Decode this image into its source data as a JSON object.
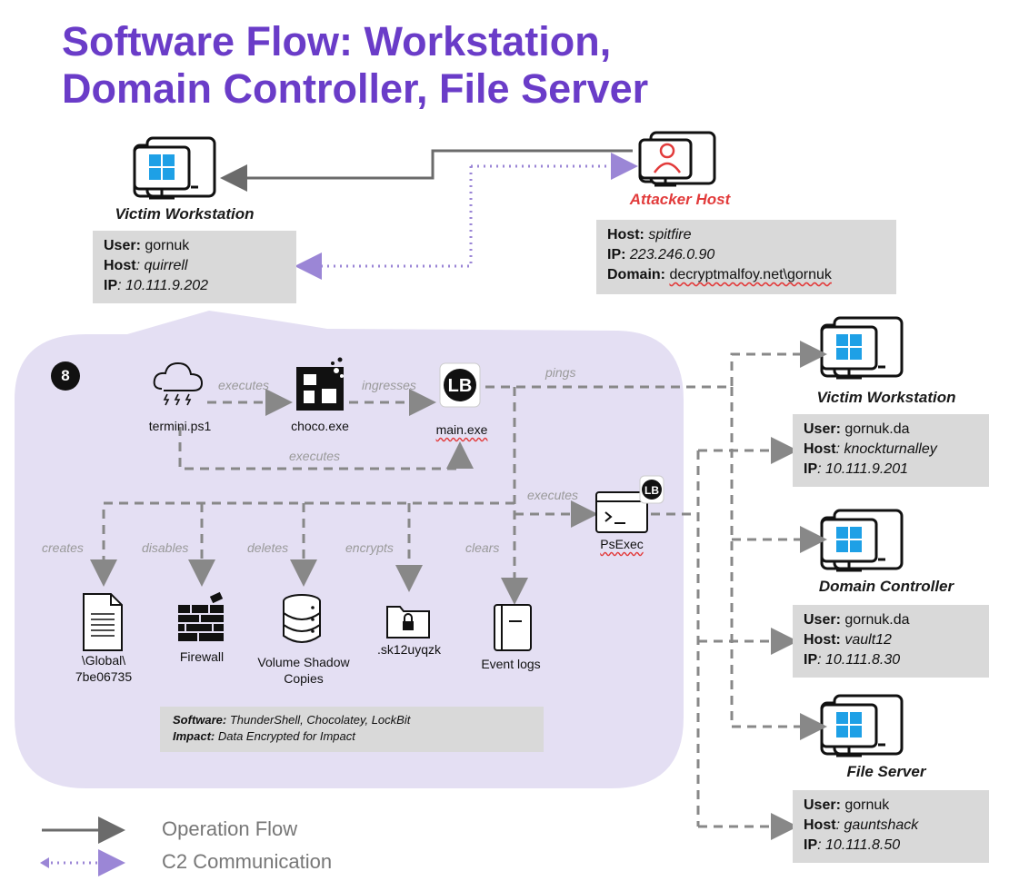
{
  "title": {
    "line1": "Software Flow: Workstation,",
    "line2": "Domain Controller, File Server"
  },
  "colors": {
    "accent": "#6a3cc8",
    "attacker": "#e23b3b",
    "icon_blue": "#1ea0e6",
    "panel": "#e4dff3",
    "dashed": "#888888"
  },
  "victim_top": {
    "title": "Victim Workstation",
    "user_key": "User:",
    "user_val": "gornuk",
    "host_key": "Host",
    "host_val": "quirrell",
    "ip_key": "IP",
    "ip_val": "10.111.9.202"
  },
  "attacker": {
    "title": "Attacker Host",
    "host_key": "Host:",
    "host_val": "spitfire",
    "ip_key": "IP:",
    "ip_val": "223.246.0.90",
    "domain_key": "Domain:",
    "domain_val": "decryptmalfoy.net\\gornuk"
  },
  "step_number": "8",
  "nodes": {
    "termini": "termini.ps1",
    "choco": "choco.exe",
    "main": "main.exe",
    "psexec": "PsExec",
    "global_line1": "\\Global\\",
    "global_line2": "7be06735",
    "firewall": "Firewall",
    "vss_line1": "Volume Shadow",
    "vss_line2": "Copies",
    "sk": ".sk12uyqzk",
    "eventlogs": "Event logs"
  },
  "edges": {
    "executes1": "executes",
    "ingresses": "ingresses",
    "executes2": "executes",
    "pings": "pings",
    "executes3": "executes",
    "creates": "creates",
    "disables": "disables",
    "deletes": "deletes",
    "encrypts": "encrypts",
    "clears": "clears"
  },
  "software_box": {
    "software_key": "Software:",
    "software_val": "ThunderShell, Chocolatey, LockBit",
    "impact_key": "Impact:",
    "impact_val": "Data Encrypted for Impact"
  },
  "right_hosts": [
    {
      "title": "Victim Workstation",
      "user_key": "User:",
      "user_val": "gornuk.da",
      "host_key": "Host",
      "host_val": "knockturnalley",
      "ip_key": "IP",
      "ip_val": "10.111.9.201"
    },
    {
      "title": "Domain Controller",
      "user_key": "User:",
      "user_val": "gornuk.da",
      "host_key": "Host:",
      "host_val": "vault12",
      "ip_key": "IP",
      "ip_val": "10.111.8.30"
    },
    {
      "title": "File Server",
      "user_key": "User:",
      "user_val": "gornuk",
      "host_key": "Host",
      "host_val": "gauntshack",
      "ip_key": "IP",
      "ip_val": "10.111.8.50"
    }
  ],
  "legend": {
    "operation_flow": "Operation Flow",
    "c2": "C2 Communication"
  }
}
